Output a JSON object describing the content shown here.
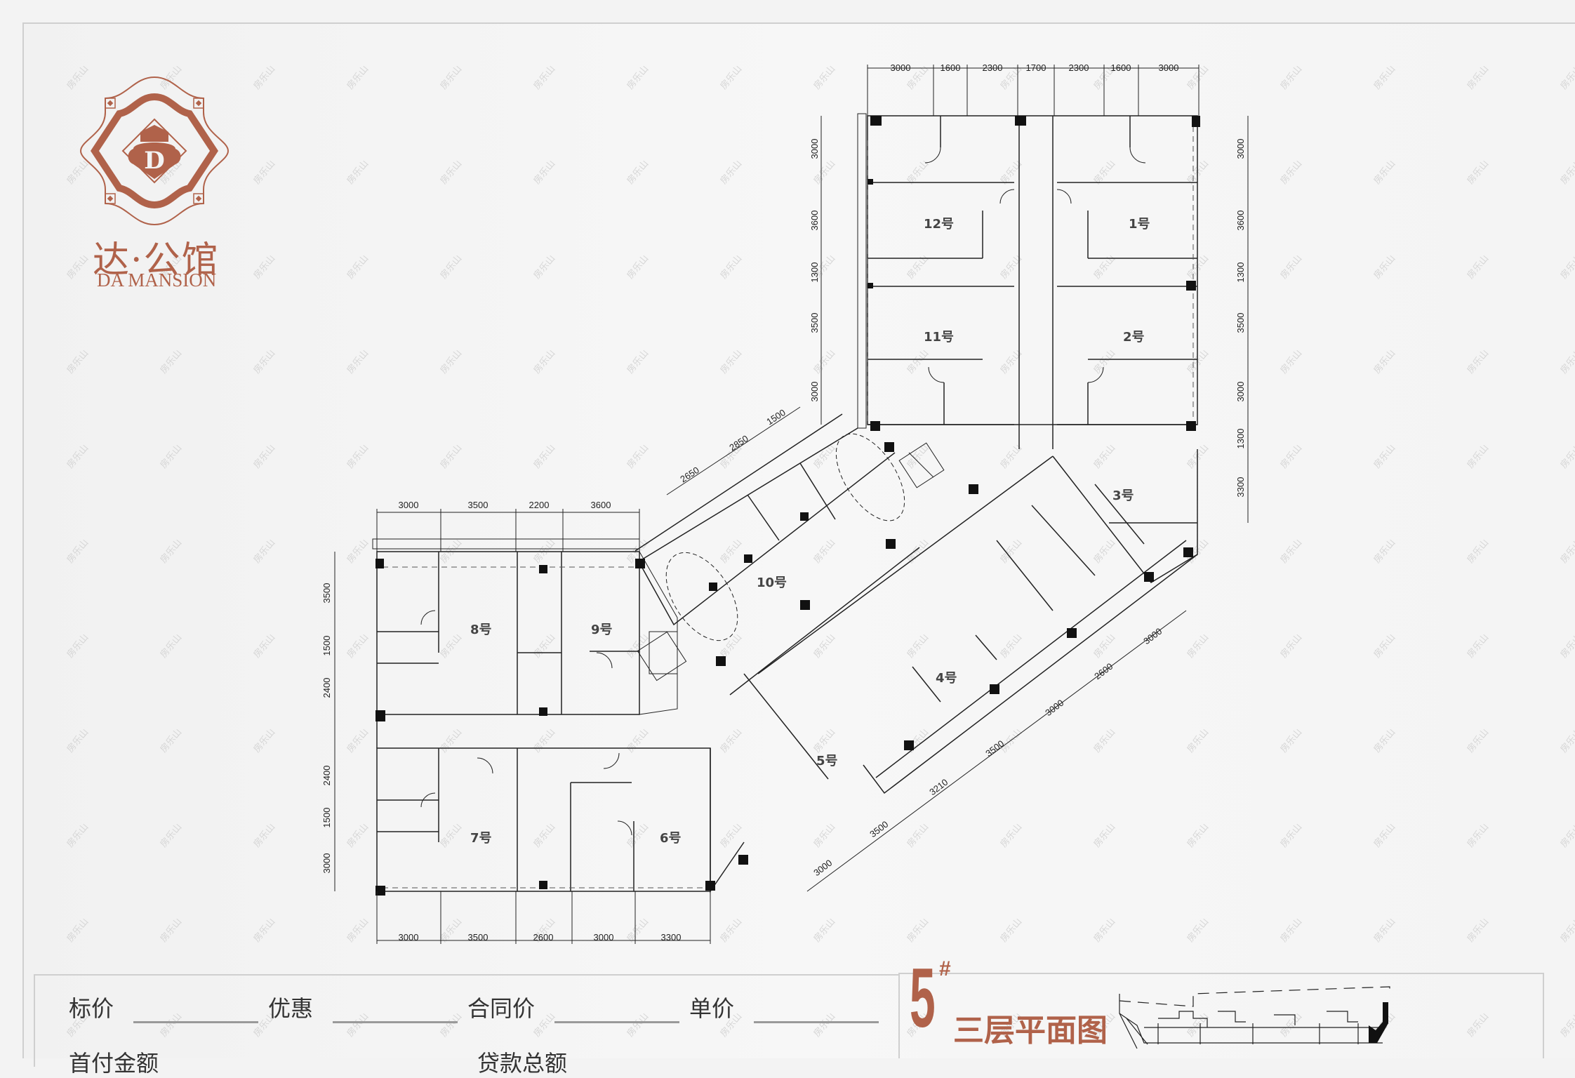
{
  "brand": {
    "name_cn": "达·公馆",
    "name_en": "DA MANSION",
    "logo_icon": "da-mansion-emblem-icon",
    "color": "#b0624a"
  },
  "watermark": "房乐山",
  "plan": {
    "building_number": "5",
    "building_suffix": "#",
    "floor_title": "三层平面图",
    "units": [
      "1号",
      "2号",
      "3号",
      "4号",
      "5号",
      "6号",
      "7号",
      "8号",
      "9号",
      "10号",
      "11号",
      "12号"
    ],
    "dims_top": [
      "3000",
      "1600",
      "2300",
      "1700",
      "2300",
      "1600",
      "3000"
    ],
    "dims_right": [
      "3000",
      "3600",
      "1300",
      "3500",
      "3000",
      "1300",
      "3300"
    ],
    "dims_left_upper": [
      "3000",
      "3600",
      "1300",
      "3500",
      "3000"
    ],
    "dims_west_top": [
      "3000",
      "3500",
      "2200",
      "3600"
    ],
    "dims_west_left": [
      "3500",
      "1500",
      "2400",
      "2400",
      "1500",
      "3000"
    ],
    "dims_west_bottom": [
      "3000",
      "3500",
      "2600",
      "3000",
      "3300"
    ],
    "dims_diag_nw": [
      "2650",
      "2850",
      "1500"
    ],
    "dims_diag_se": [
      "3000",
      "2600",
      "3000",
      "3500",
      "3210",
      "3500",
      "3000"
    ]
  },
  "pricing": {
    "fields": [
      {
        "label": "标价",
        "value": ""
      },
      {
        "label": "优惠",
        "value": ""
      },
      {
        "label": "合同价",
        "value": ""
      },
      {
        "label": "单价",
        "value": ""
      }
    ],
    "row2": [
      {
        "label": "首付金额",
        "value": ""
      },
      {
        "label": "贷款总额",
        "value": ""
      }
    ]
  }
}
